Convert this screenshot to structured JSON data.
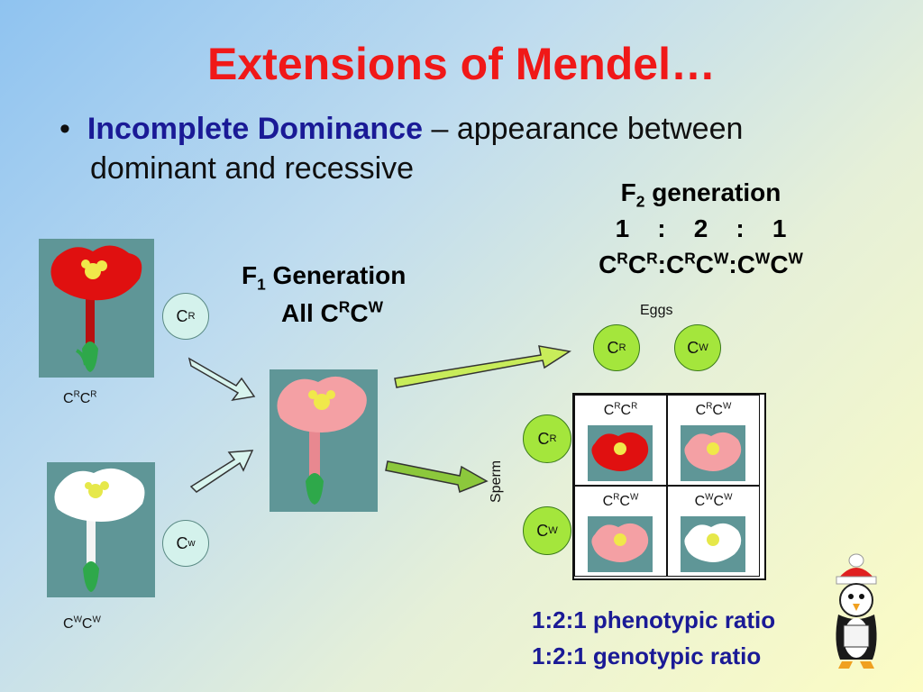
{
  "slide": {
    "title": "Extensions of Mendel…",
    "bullet": {
      "marker": "•",
      "term": "Incomplete Dominance",
      "rest_line1": " – appearance between",
      "rest_line2": "dominant and recessive"
    }
  },
  "f2": {
    "heading_prefix": "F",
    "heading_sub": "2",
    "heading_suffix": " generation",
    "ratio_line": "1    :    2    :    1",
    "genotypes": [
      {
        "base1": "C",
        "sup1": "R",
        "base2": "C",
        "sup2": "R"
      },
      {
        "base1": "C",
        "sup1": "R",
        "base2": "C",
        "sup2": "W"
      },
      {
        "base1": "C",
        "sup1": "W",
        "base2": "C",
        "sup2": "W"
      }
    ],
    "sep": ":"
  },
  "f1": {
    "heading_prefix": "F",
    "heading_sub": "1",
    "heading_suffix": " Generation",
    "line2_prefix": "All C",
    "line2_sup1": "R",
    "line2_mid": "C",
    "line2_sup2": "W"
  },
  "parents": {
    "red": {
      "gamete_base": "C",
      "gamete_sup": "R",
      "geno_base1": "C",
      "geno_sup1": "R",
      "geno_base2": "C",
      "geno_sup2": "R"
    },
    "white": {
      "gamete_base": "C",
      "gamete_sup": "w",
      "geno_base1": "C",
      "geno_sup1": "W",
      "geno_base2": "C",
      "geno_sup2": "W"
    }
  },
  "eggs": {
    "label": "Eggs",
    "items": [
      {
        "base": "C",
        "sup": "R"
      },
      {
        "base": "C",
        "sup": "W"
      }
    ]
  },
  "sperm": {
    "label": "Sperm",
    "items": [
      {
        "base": "C",
        "sup": "R"
      },
      {
        "base": "C",
        "sup": "W"
      }
    ]
  },
  "punnett": [
    {
      "b1": "C",
      "s1": "R",
      "b2": "C",
      "s2": "R",
      "color": "red"
    },
    {
      "b1": "C",
      "s1": "R",
      "b2": "C",
      "s2": "W",
      "color": "pink"
    },
    {
      "b1": "C",
      "s1": "R",
      "b2": "C",
      "s2": "W",
      "color": "pink"
    },
    {
      "b1": "C",
      "s1": "W",
      "b2": "C",
      "s2": "W",
      "color": "white"
    }
  ],
  "ratios": {
    "phenotypic": "1:2:1 phenotypic ratio",
    "genotypic": "1:2:1 genotypic ratio"
  },
  "colors": {
    "title": "#f01818",
    "term": "#1a1a96",
    "red_flower": "#e01010",
    "pink_flower": "#f4a0a4",
    "white_flower": "#ffffff",
    "teal_bg": "#5f9697",
    "lime_circle": "#a4e63c",
    "pale_circle": "#d4f2ec"
  }
}
